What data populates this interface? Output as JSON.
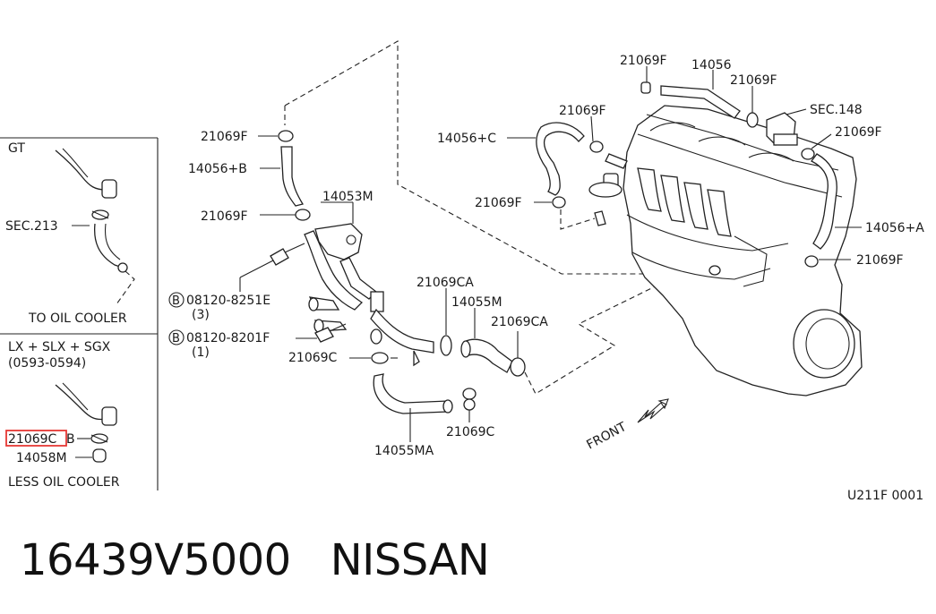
{
  "inset": {
    "gt": {
      "heading": "GT",
      "sec": "SEC.213",
      "note": "TO OIL COOLER"
    },
    "lx": {
      "heading": "LX + SLX + SGX",
      "period": "(0593-0594)",
      "clamp": "21069C",
      "clamp_suffix": "B",
      "part": "14058M",
      "note": "LESS OIL COOLER"
    }
  },
  "labels": {
    "p14056": "14056",
    "p14056c": "14056+C",
    "p14056b": "14056+B",
    "p14056a": "14056+A",
    "p14053m": "14053M",
    "p14055m": "14055M",
    "p14055ma": "14055MA",
    "sec148": "SEC.148",
    "f1": "21069F",
    "f2": "21069F",
    "f3": "21069F",
    "f4": "21069F",
    "f5": "21069F",
    "f6": "21069F",
    "f7": "21069F",
    "f8": "21069F",
    "ca1": "21069CA",
    "ca2": "21069CA",
    "c1": "21069C",
    "c2": "21069C",
    "b1_letter": "B",
    "b1_part": "08120-8251E",
    "b1_qty": "(3)",
    "b2_letter": "B",
    "b2_part": "08120-8201F",
    "b2_qty": "(1)",
    "front": "FRONT",
    "code": "U211F 0001"
  },
  "caption": {
    "part_number": "16439V5000",
    "brand": "NISSAN"
  },
  "colors": {
    "line": "#222222",
    "highlight": "#e53935",
    "background": "#ffffff"
  }
}
